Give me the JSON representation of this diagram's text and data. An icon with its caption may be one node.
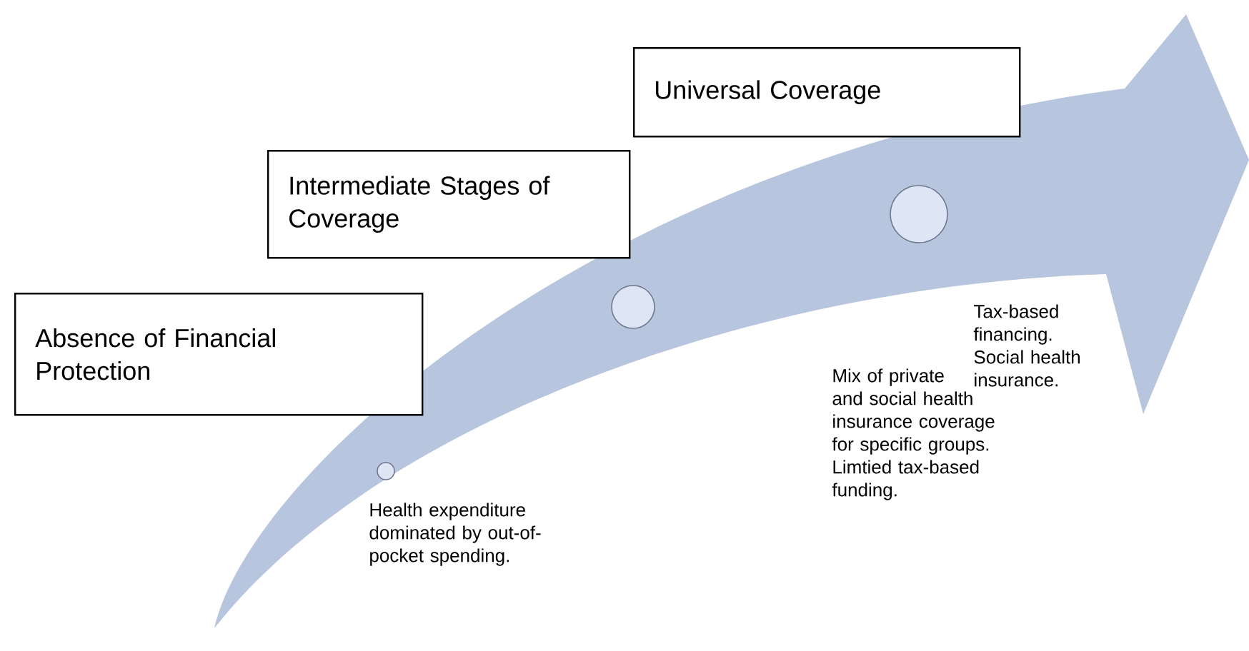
{
  "diagram": {
    "nodes": [
      {
        "text": [
          "Absence of Financial Protection"
        ]
      },
      {
        "text": [
          "Intermediate Stages of Coverage"
        ]
      },
      {
        "text": [
          "Universal Coverage"
        ]
      },
      {
        "text": [],
        "shape": "circle",
        "beside": [
          "Health expenditure dominated by out-of-pocket spending."
        ]
      },
      {
        "text": [],
        "shape": "circle"
      },
      {
        "text": [],
        "shape": "circle",
        "beside": [
          "Tax-based financing. Social health insurance."
        ]
      }
    ],
    "labels": [
      "Mix of private and social health insurance coverage for specific groups. Limtied tax-based funding."
    ]
  }
}
